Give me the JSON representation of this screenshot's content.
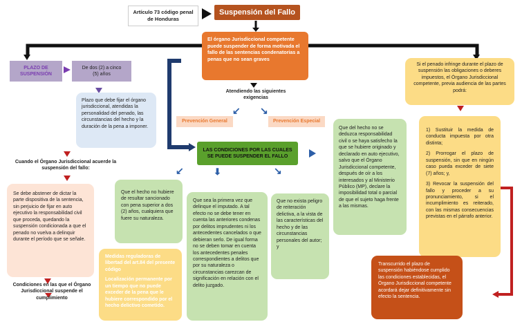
{
  "header": {
    "article_label": "Artículo 73 código penal de Honduras",
    "title": "Suspensión del Fallo"
  },
  "main_box": "El órgano Jurisdiccional competente puede suspender de forma motivada el fallo de las sentencias condenatorias a penas que no sean graves",
  "attending": "Atendiendo las siguientes exigencias",
  "prevention_general": "Prevención General",
  "prevention_special": "Prevención Especial",
  "conditions_title": "LAS CONDICIONES POR LAS CUALES SE PUEDE SUSPENDER EL FALLO",
  "left": {
    "plazo_label": "PLAZO DE SUSPENSIÓN",
    "plazo_value": "De dos (2) a cinco (5) años",
    "plazo_desc": "Plazo que debe fijar el órgano jurisdiccional, atendidas la personalidad del penado, las circunstancias del hecho y la duración de la pena a imponer.",
    "when_agrees": "Cuando el Órgano Jurisdiccional acuerde la suspensión del fallo:",
    "abstain_text": "Se debe abstener de dictar la parte dispositiva de la sentencia, sin perjuicio de fijar en auto ejecutivo la responsabilidad civil que proceda, quedando la suspensión condicionada a que el penado no vuelva a delinquir durante el período que se señale.",
    "conditions_compliance": "Condiciones en las que el Órgano Jurisdiccional suspende el cumplimiento"
  },
  "conditions": {
    "c1": "Que el hecho no hubiere de resultar sancionado con pena superior a dos (2) años, cualquiera que fuere su naturaleza.",
    "c2": "Que sea la primera vez que delinque el imputado. A tal efecto no se debe tener en cuenta las anteriores condenas por delitos imprudentes ni los antecedentes cancelados o que debieran serlo. De igual forma no se deben tomar en cuenta los antecedentes penales correspondientes a delitos que por su naturaleza o circunstancias carezcan de significación en relación con el delito juzgado.",
    "c3": "Que no exista peligro de reiteración delictiva, a la vista de las características del hecho y de las circunstancias personales del autor; y",
    "c4": "Que del hecho no se deduzca responsabilidad civil o se haya satisfecho la que se hubiere originado y declarado en auto ejecutivo, salvo que el Órgano Jurisdiccional competente, después de oír a los interesados y al Ministerio Público (MP), declare la imposibilidad total o parcial de que el sujeto haga frente a las mismas."
  },
  "measures": {
    "line1": "Medidas reguladoras de libertad del art.84 del presente código",
    "line2": "Localización permanente por un tiempo que no puede exceder de la pena que le hubiere correspondido por el hecho delictivo cometido."
  },
  "right": {
    "infringe": "Si el penado infringe durante el plazo de suspensión las obligaciones o deberes impuestos, el Órgano Jurisdiccional competente, previa audiencia de las partes podrá:",
    "options": [
      "1) Sustituir la medida de conducta impuesta por otra distinta;",
      "2) Prorrogar el plazo de suspensión, sin que en ningún caso pueda exceder de siete (7) años; y,",
      "3) Revocar la suspensión del fallo y proceder a su pronunciamiento, si el incumplimiento es reiterado, con las mismas consecuencias previstas en el párrafo anterior."
    ],
    "elapsed": "Transcurrido el plazo de suspensión habiéndose cumplido las condiciones establecidas, el Órgano Jurisdiccional competente acordará dejar definitivamente sin efecto la sentencia."
  },
  "colors": {
    "title_bg": "#b5531f",
    "orange": "#e8782e",
    "green_title": "#5aa02c",
    "light_green": "#c6e2b0",
    "light_blue": "#dde8f5",
    "peach": "#fde4d6",
    "yellow": "#fcdc86",
    "purple": "#b4a6c9",
    "navy": "#1f3b6e",
    "dark_red": "#c02020"
  }
}
